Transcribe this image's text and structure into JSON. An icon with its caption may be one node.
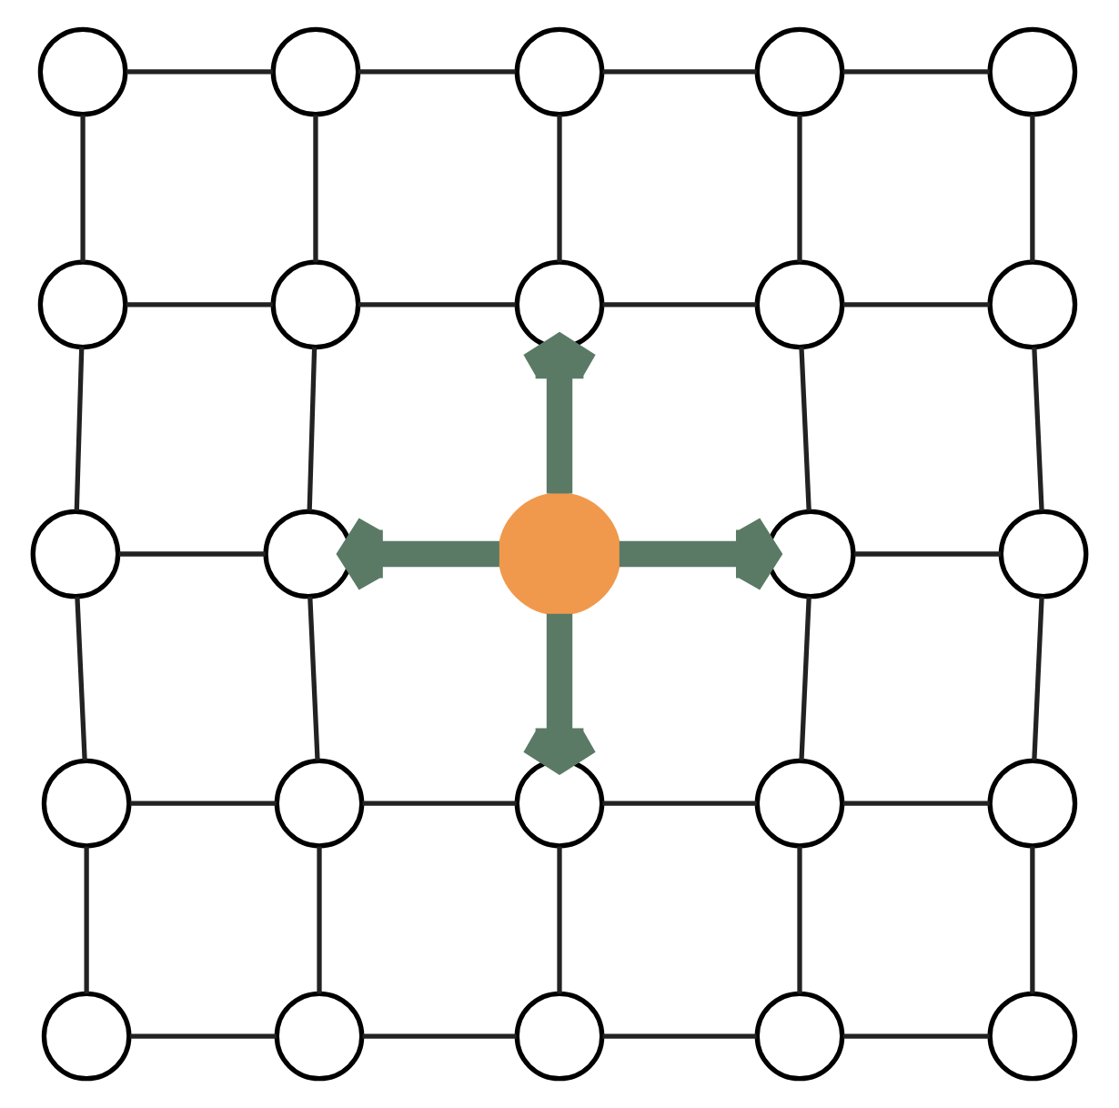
{
  "diagram": {
    "nodes": [
      {
        "text": [],
        "shape": "circle"
      },
      {
        "text": [],
        "shape": "circle"
      },
      {
        "text": [],
        "shape": "circle"
      },
      {
        "text": [],
        "shape": "circle"
      },
      {
        "text": [],
        "shape": "circle"
      },
      {
        "text": [],
        "shape": "circle"
      },
      {
        "text": [],
        "shape": "circle"
      },
      {
        "text": [],
        "shape": "circle"
      },
      {
        "text": [],
        "shape": "circle"
      },
      {
        "text": [],
        "shape": "circle"
      },
      {
        "text": [],
        "shape": "circle"
      },
      {
        "text": [],
        "shape": "circle"
      },
      {
        "text": [],
        "shape": "circle"
      },
      {
        "text": [],
        "shape": "circle"
      },
      {
        "text": [],
        "shape": "circle"
      },
      {
        "text": [],
        "shape": "circle"
      },
      {
        "text": [],
        "shape": "circle"
      },
      {
        "text": [],
        "shape": "circle"
      },
      {
        "text": [],
        "shape": "circle"
      },
      {
        "text": [],
        "shape": "circle"
      },
      {
        "text": [],
        "shape": "circle"
      },
      {
        "text": [],
        "shape": "circle"
      },
      {
        "text": [],
        "shape": "circle"
      },
      {
        "text": [],
        "shape": "circle"
      },
      {
        "text": [],
        "shape": "circle"
      }
    ],
    "edges": [
      {
        "from": 0,
        "to": 1,
        "arrow": "none"
      },
      {
        "from": 1,
        "to": 2,
        "arrow": "none"
      },
      {
        "from": 2,
        "to": 3,
        "arrow": "none"
      },
      {
        "from": 3,
        "to": 4,
        "arrow": "none"
      },
      {
        "from": 5,
        "to": 6,
        "arrow": "none"
      },
      {
        "from": 6,
        "to": 7,
        "arrow": "none"
      },
      {
        "from": 7,
        "to": 8,
        "arrow": "none"
      },
      {
        "from": 8,
        "to": 9,
        "arrow": "none"
      },
      {
        "from": 10,
        "to": 11,
        "arrow": "none"
      },
      {
        "from": 13,
        "to": 14,
        "arrow": "none"
      },
      {
        "from": 15,
        "to": 16,
        "arrow": "none"
      },
      {
        "from": 16,
        "to": 17,
        "arrow": "none"
      },
      {
        "from": 17,
        "to": 18,
        "arrow": "none"
      },
      {
        "from": 18,
        "to": 19,
        "arrow": "none"
      },
      {
        "from": 20,
        "to": 21,
        "arrow": "none"
      },
      {
        "from": 21,
        "to": 22,
        "arrow": "none"
      },
      {
        "from": 22,
        "to": 23,
        "arrow": "none"
      },
      {
        "from": 23,
        "to": 24,
        "arrow": "none"
      },
      {
        "from": 0,
        "to": 5,
        "arrow": "none"
      },
      {
        "from": 5,
        "to": 10,
        "arrow": "none"
      },
      {
        "from": 10,
        "to": 15,
        "arrow": "none"
      },
      {
        "from": 15,
        "to": 20,
        "arrow": "none"
      },
      {
        "from": 1,
        "to": 6,
        "arrow": "none"
      },
      {
        "from": 6,
        "to": 11,
        "arrow": "none"
      },
      {
        "from": 11,
        "to": 16,
        "arrow": "none"
      },
      {
        "from": 16,
        "to": 21,
        "arrow": "none"
      },
      {
        "from": 2,
        "to": 7,
        "arrow": "none"
      },
      {
        "from": 17,
        "to": 22,
        "arrow": "none"
      },
      {
        "from": 3,
        "to": 8,
        "arrow": "none"
      },
      {
        "from": 8,
        "to": 13,
        "arrow": "none"
      },
      {
        "from": 13,
        "to": 18,
        "arrow": "none"
      },
      {
        "from": 18,
        "to": 23,
        "arrow": "none"
      },
      {
        "from": 4,
        "to": 9,
        "arrow": "none"
      },
      {
        "from": 9,
        "to": 14,
        "arrow": "none"
      },
      {
        "from": 14,
        "to": 19,
        "arrow": "none"
      },
      {
        "from": 19,
        "to": 24,
        "arrow": "none"
      },
      {
        "from": 12,
        "to": 7,
        "arrow": "to",
        "style": "thick",
        "color": "#5a7a66"
      },
      {
        "from": 12,
        "to": 11,
        "arrow": "to",
        "style": "thick",
        "color": "#5a7a66"
      },
      {
        "from": 12,
        "to": 13,
        "arrow": "to",
        "style": "thick",
        "color": "#5a7a66"
      },
      {
        "from": 12,
        "to": 17,
        "arrow": "to",
        "style": "thick",
        "color": "#5a7a66"
      }
    ]
  }
}
